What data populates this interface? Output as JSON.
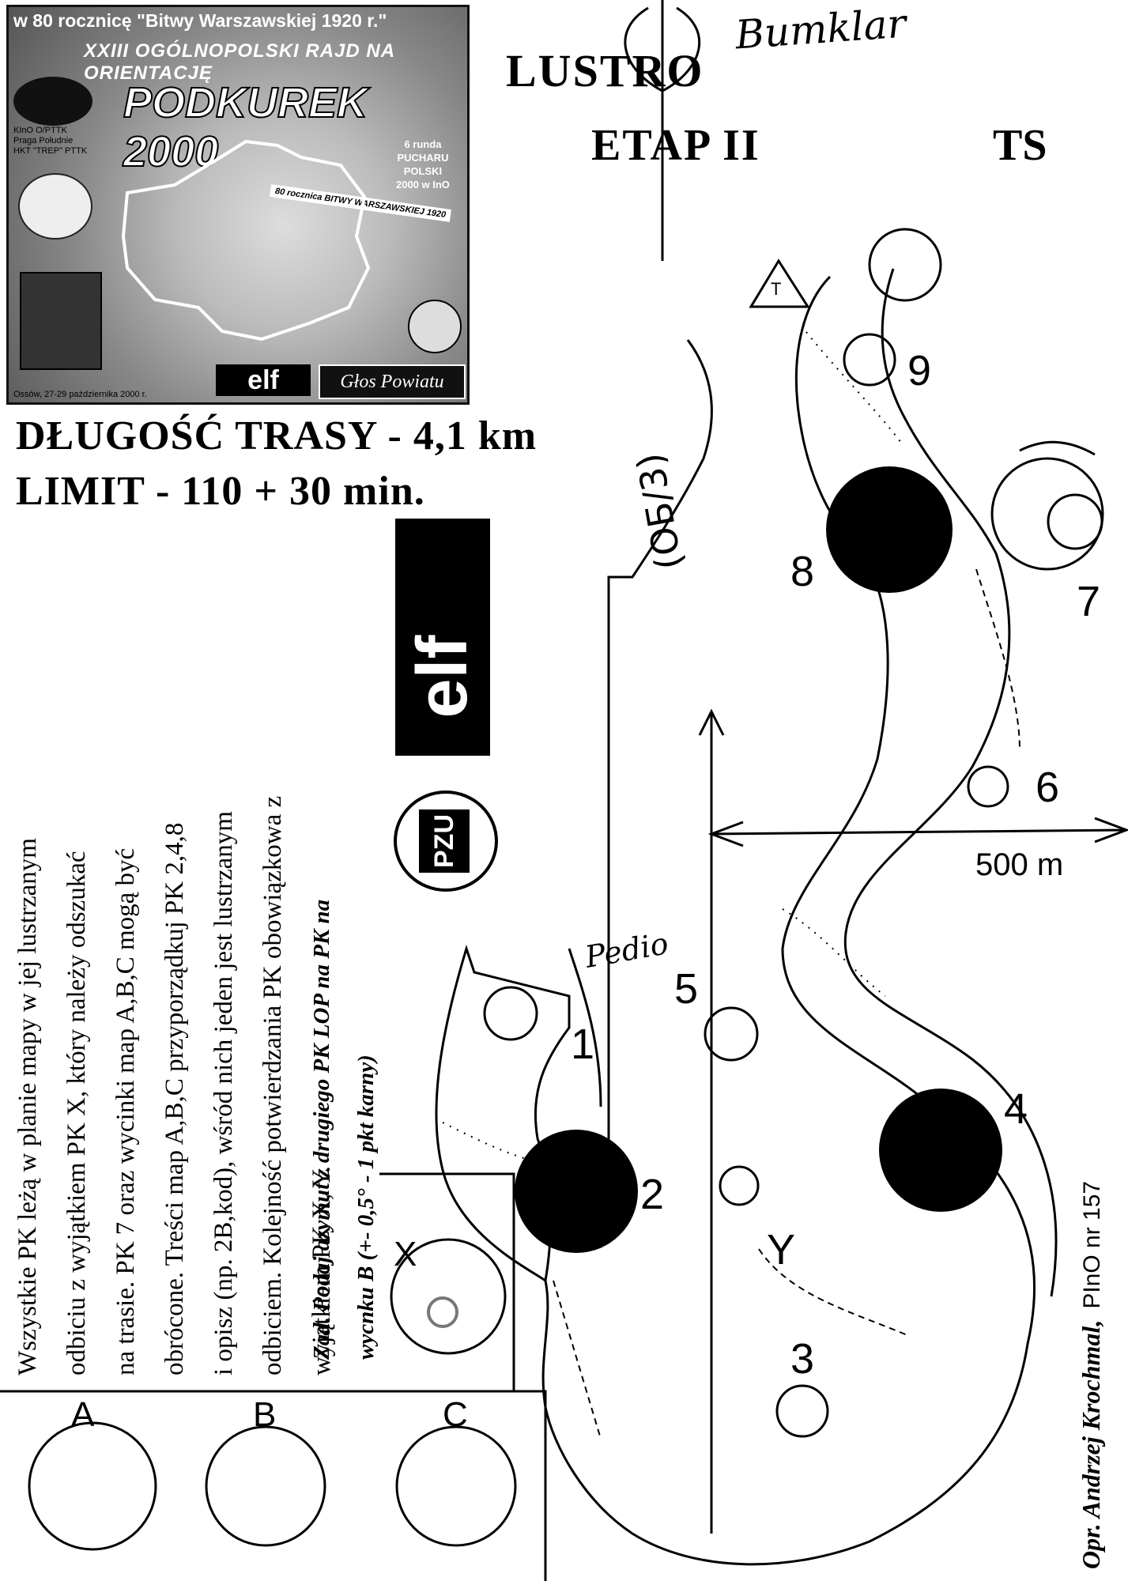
{
  "poster": {
    "top_line": "w 80 rocznicę \"Bitwy Warszawskiej 1920 r.\"",
    "subtitle": "XXIII OGÓLNOPOLSKI RAJD NA ORIENTACJĘ",
    "event_name": "PODKUREK 2000",
    "organizers": [
      "KInO O/PTTK",
      "Praga Południe",
      "HKT \"TREP\" PTTK"
    ],
    "round_info": [
      "6 runda",
      "PUCHARU",
      "POLSKI",
      "2000 w InO"
    ],
    "anniversary": "80 rocznica BITWY WARSZAWSKIEJ 1920",
    "sponsor_a": "elf",
    "sponsor_b": "Głos Powiatu",
    "place_date": "Ossów, 27-29 października 2000 r."
  },
  "header": {
    "title": "LUSTRO",
    "stage": "ETAP II",
    "category": "TS",
    "handwritten": "Bumklar"
  },
  "route": {
    "length": "DŁUGOŚĆ TRASY - 4,1 km",
    "limit": "LIMIT - 110 + 30 min."
  },
  "instructions": [
    "Wszystkie PK leżą w planie mapy w jej lustrzanym",
    "odbiciu z wyjątkiem PK X, który należy odszukać",
    "na trasie. PK 7 oraz wycinki map A,B,C mogą być",
    "obrócone. Treści map A,B,C przyporządkuj PK 2,4,8",
    "i opisz (np. 2B,kod), wśród nich jeden jest lustrzanym",
    "odbiciem. Kolejność potwierdzania PK obowiązkowa z",
    "wyjątkiem PK X, Y."
  ],
  "task": [
    "Zad. Podaj azymut z drugiego PK LOP na PK na",
    "wycnku B (+- 0,5° - 1 pkt karny)"
  ],
  "logos": {
    "elf": "elf",
    "pzu": "PZU"
  },
  "map": {
    "controls": [
      "1",
      "2",
      "3",
      "4",
      "5",
      "6",
      "7",
      "8",
      "9"
    ],
    "extra_controls": [
      "X",
      "Y"
    ],
    "insets": [
      "A",
      "B",
      "C"
    ],
    "scale": "500 m",
    "road_note": "(ОБ/3)",
    "hand_note": "Pedio",
    "triangle_label": "T"
  },
  "author": {
    "credit": "Opr. Andrzej Krochmal,",
    "licence": "PInO nr 157"
  }
}
